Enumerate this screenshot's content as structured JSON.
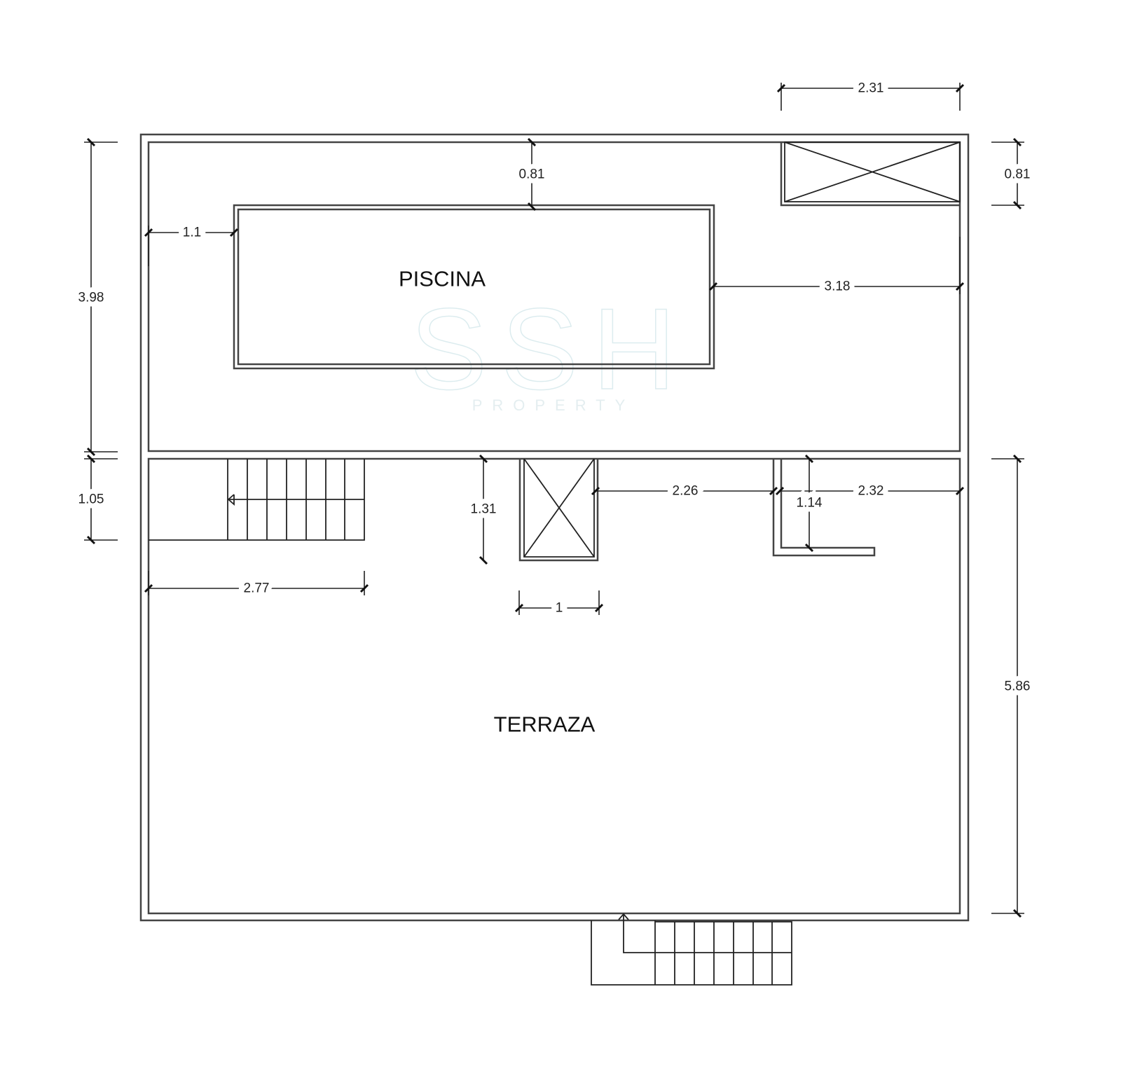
{
  "rooms": {
    "pool": "PISCINA",
    "terrace": "TERRAZA"
  },
  "watermark": {
    "logo": "SSH",
    "sub": "PROPERTY"
  },
  "dimensions": {
    "top_right_width": "2.31",
    "pool_to_top_wall": "0.81",
    "right_vent_depth": "0.81",
    "upper_zone_height": "3.98",
    "stair_width": "1.05",
    "pool_left_offset": "1.1",
    "pool_right_offset": "3.18",
    "vent_depth": "1.31",
    "vent_to_wall": "2.26",
    "right_room_width": "2.32",
    "right_wall_depth": "1.14",
    "stair_length": "2.77",
    "vent_width": "1",
    "terrace_height": "5.86"
  }
}
